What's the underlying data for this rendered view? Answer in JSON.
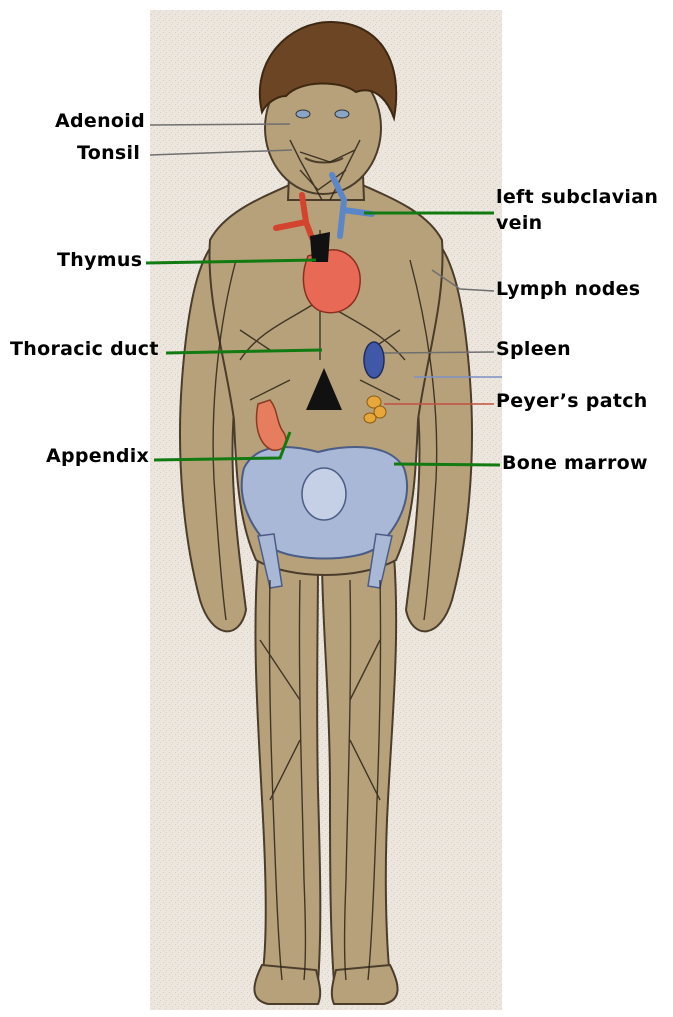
{
  "diagram": {
    "labels": {
      "adenoid": "Adenoid",
      "tonsil": "Tonsil",
      "thymus": "Thymus",
      "thoracic_duct": "Thoracic duct",
      "appendix": "Appendix",
      "left_subclavian_line1": "left subclavian",
      "left_subclavian_line2": "vein",
      "lymph_nodes": "Lymph nodes",
      "spleen": "Spleen",
      "peyers_patch": "Peyer’s patch",
      "bone_marrow": "Bone marrow"
    },
    "colors": {
      "background_panel": "#e9e2d6",
      "skin": "#b7a17a",
      "skin_outline": "#4b3d2b",
      "hair": "#6b4524",
      "lymph_vessels": "#2c2418",
      "thymus": "#e86a56",
      "pelvis": "#a9b8d6",
      "vein": "#5b86c7",
      "spleen": "#3f58a8",
      "peyers_patch": "#e7a73a",
      "appendix": "#e57d5e",
      "leader_green": "#117a11",
      "leader_gray": "#6f6f6f"
    }
  }
}
